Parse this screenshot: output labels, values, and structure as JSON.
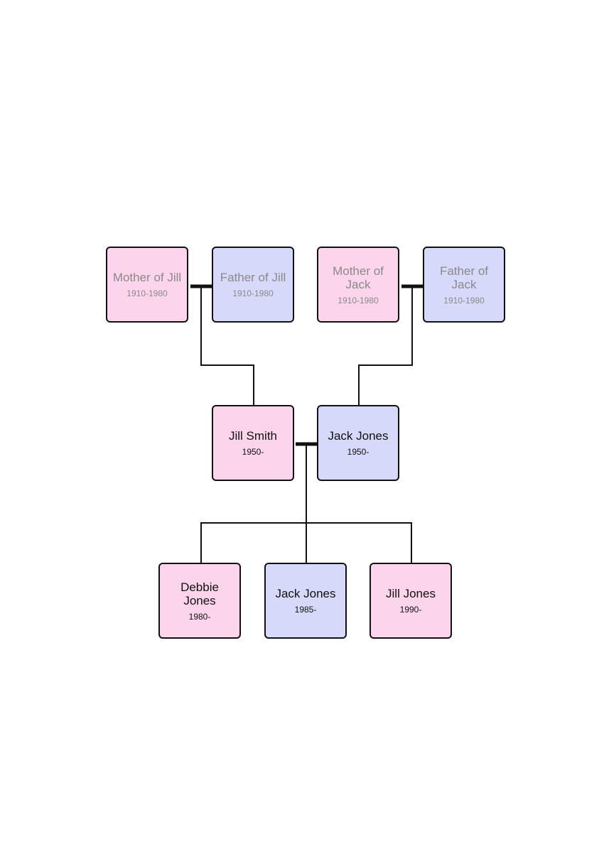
{
  "colors": {
    "female_fill": "#fcd4ec",
    "male_fill": "#d6d9fa",
    "border": "#111111",
    "connector": "#111111",
    "faded_text": "#8a8a8a",
    "text": "#111111"
  },
  "grandparents": {
    "jill_side": {
      "mother": {
        "name": "Mother of Jill",
        "years": "1910-1980",
        "gender": "female"
      },
      "father": {
        "name": "Father of Jill",
        "years": "1910-1980",
        "gender": "male"
      }
    },
    "jack_side": {
      "mother": {
        "name": "Mother of Jack",
        "years": "1910-1980",
        "gender": "female"
      },
      "father": {
        "name": "Father of Jack",
        "years": "1910-1980",
        "gender": "male"
      }
    }
  },
  "parents": {
    "mother": {
      "name": "Jill Smith",
      "years": "1950-",
      "gender": "female"
    },
    "father": {
      "name": "Jack Jones",
      "years": "1950-",
      "gender": "male"
    }
  },
  "children": [
    {
      "name": "Debbie Jones",
      "years": "1980-",
      "gender": "female"
    },
    {
      "name": "Jack Jones",
      "years": "1985-",
      "gender": "male"
    },
    {
      "name": "Jill Jones",
      "years": "1990-",
      "gender": "female"
    }
  ]
}
